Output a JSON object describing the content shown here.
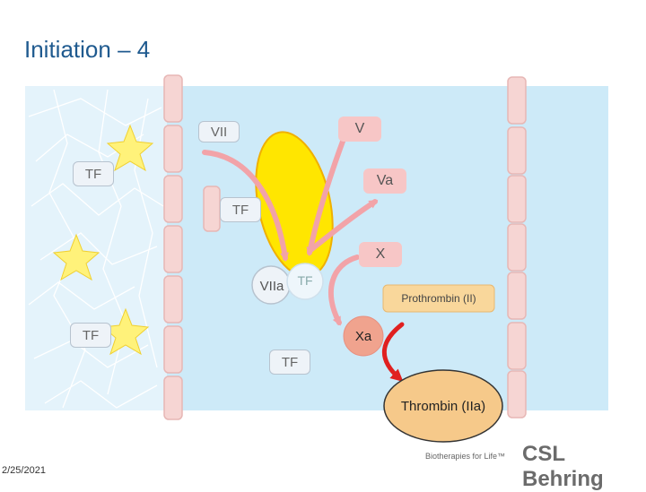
{
  "title": "Initiation – 4",
  "date": "2/25/2021",
  "labels": {
    "vii": "VII",
    "v": "V",
    "tf1": "TF",
    "va": "Va",
    "tf2": "TF",
    "x": "X",
    "viia": "VIIa",
    "tf_complex": "TF",
    "prothrombin": "Prothrombin (II)",
    "tf3": "TF",
    "xa": "Xa",
    "tf4": "TF",
    "thrombin": "Thrombin (IIa)"
  },
  "brand": {
    "tagline": "Biotherapies for Life™",
    "name": "CSL Behring"
  },
  "colors": {
    "vessel": "#cdeaf8",
    "membrane": "#f6d5d3",
    "membrane_edge": "#e7b7b5",
    "platelet": "#ffe600",
    "star": "#fff27a",
    "arrow_light": "#f2a3a8",
    "arrow_red": "#e02020",
    "thrombin_fill": "#f6c98a",
    "prothrombin_fill": "#f9d79b",
    "xa_fill": "#f0a38e",
    "title": "#1f5a8f"
  }
}
